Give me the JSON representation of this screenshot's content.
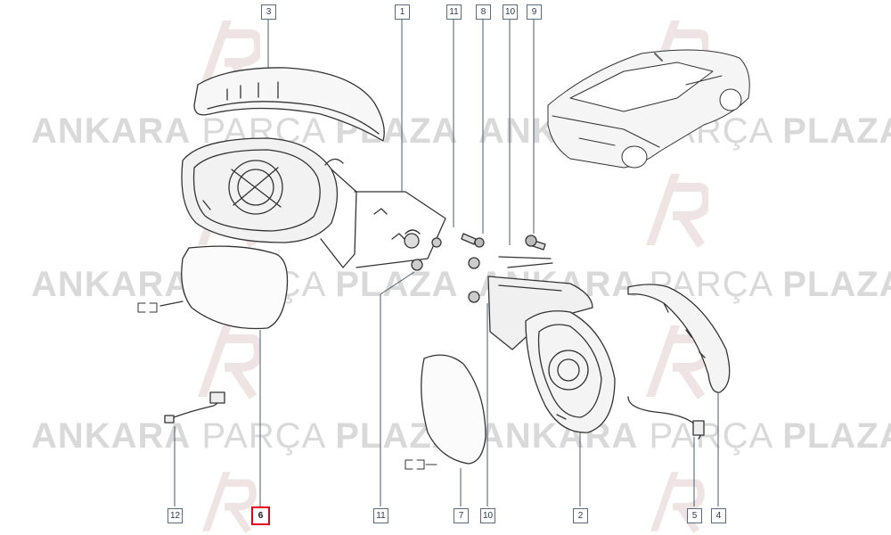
{
  "watermark": {
    "brand_bold_1": "ANKARA",
    "brand_light": "PARÇA",
    "brand_bold_2": "PLAZA"
  },
  "callouts": {
    "c3": "3",
    "c1": "1",
    "c11_top": "11",
    "c8": "8",
    "c10_top": "10",
    "c9": "9",
    "c12": "12",
    "c6": "6",
    "c11_bottom": "11",
    "c7": "7",
    "c10_bottom": "10",
    "c2": "2",
    "c5": "5",
    "c4": "4"
  },
  "highlight_color": "#e2001a",
  "line_color": "#4a5a70"
}
